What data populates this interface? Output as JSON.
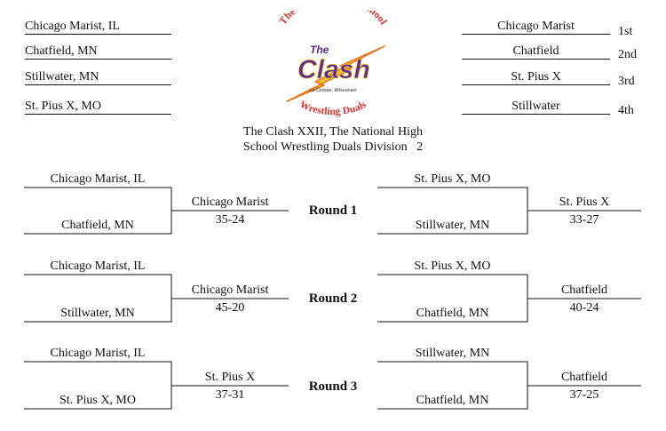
{
  "seeds": [
    "Chicago Marist, IL",
    "Chatfield, MN",
    "Stillwater, MN",
    "St. Pius X, MO"
  ],
  "placings": [
    {
      "team": "Chicago Marist",
      "place": "1st"
    },
    {
      "team": "Chatfield",
      "place": "2nd"
    },
    {
      "team": "St. Pius X",
      "place": "3rd"
    },
    {
      "team": "Stillwater",
      "place": "4th"
    }
  ],
  "logo": {
    "arc_text": "The National High School",
    "the": "The",
    "name": "Clash",
    "location": "La Crosse, Wisconsin",
    "bottom_text": "Wrestling Duals",
    "colors": {
      "purple": "#5b2d8e",
      "gold": "#f2c230",
      "orange": "#e8731a",
      "red": "#d0312d"
    }
  },
  "caption": {
    "line1": "The Clash XXII, The National High",
    "line2": "School Wrestling Duals Division   2"
  },
  "rounds": [
    {
      "label": "Round 1",
      "left": {
        "top": "Chicago Marist, IL",
        "bottom": "Chatfield, MN",
        "winner": "Chicago Marist",
        "score": "35-24"
      },
      "right": {
        "top": "St. Pius X, MO",
        "bottom": "Stillwater, MN",
        "winner": "St. Pius X",
        "score": "33-27"
      }
    },
    {
      "label": "Round 2",
      "left": {
        "top": "Chicago Marist, IL",
        "bottom": "Stillwater, MN",
        "winner": "Chicago Marist",
        "score": "45-20"
      },
      "right": {
        "top": "St. Pius X, MO",
        "bottom": "Chatfield, MN",
        "winner": "Chatfield",
        "score": "40-24"
      }
    },
    {
      "label": "Round 3",
      "left": {
        "top": "Chicago Marist, IL",
        "bottom": "St. Pius X, MO",
        "winner": "St. Pius X",
        "score": "37-31"
      },
      "right": {
        "top": "Stillwater, MN",
        "bottom": "Chatfield, MN",
        "winner": "Chatfield",
        "score": "37-25"
      }
    }
  ]
}
